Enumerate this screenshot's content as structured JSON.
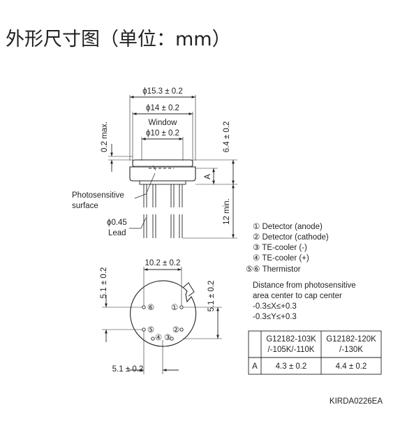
{
  "title": "外形尺寸图（单位：mm）",
  "side_view": {
    "dim_cap_outer": "ϕ15.3 ± 0.2",
    "dim_cap_inner": "ϕ14 ± 0.2",
    "window_label": "Window",
    "dim_window": "ϕ10 ± 0.2",
    "dim_max": "0.2 max.",
    "dim_height": "6.4 ± 0.2",
    "dim_a": "A",
    "photosensitive_line1": "Photosensitive",
    "photosensitive_line2": "surface",
    "lead_dia": "ϕ0.45",
    "lead_label": "Lead",
    "dim_lead_len": "12 min."
  },
  "bottom_view": {
    "dim_pitch": "10.2 ± 0.2",
    "dim_left": "5.1 ± 0.2",
    "dim_right": "5.1 ± 0.2",
    "dim_bottom": "5.1 ± 0.2",
    "pin_labels": [
      "⑥",
      "①",
      "⑤",
      "②",
      "④",
      "③"
    ]
  },
  "legend": [
    "① Detector (anode)",
    "② Detector (cathode)",
    "③ TE-cooler (-)",
    "④ TE-cooler (+)",
    "⑤⑥ Thermistor"
  ],
  "note": {
    "line1": "Distance from photosensitive",
    "line2": "area center to cap center",
    "line3": "-0.3≤X≤+0.3",
    "line4": "-0.3≤Y≤+0.3"
  },
  "table": {
    "col1_line1": "G12182-103K",
    "col1_line2": "/-105K/-110K",
    "col2_line1": "G12182-120K",
    "col2_line2": "/-130K",
    "row_label": "A",
    "col1_value": "4.3 ± 0.2",
    "col2_value": "4.4 ± 0.2"
  },
  "code": "KIRDA0226EA"
}
